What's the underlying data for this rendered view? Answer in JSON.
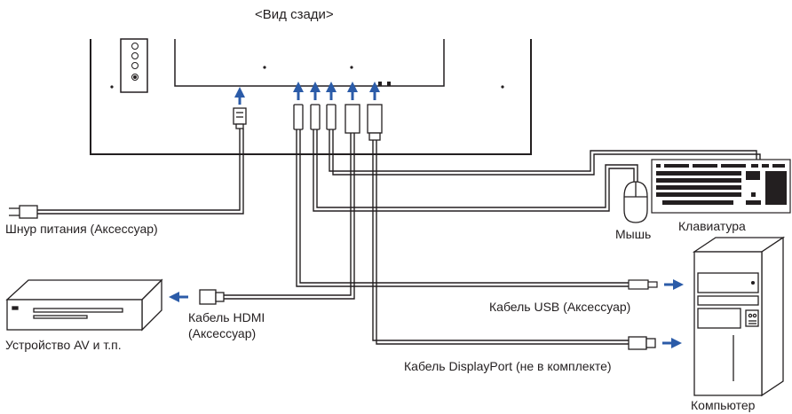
{
  "title": "<Вид сзади>",
  "labels": {
    "power_cord": "Шнур питания (Аксессуар)",
    "av_device": "Устройство AV и т.п.",
    "hdmi_cable_line1": "Кабель HDMI",
    "hdmi_cable_line2": "(Аксессуар)",
    "usb_cable": "Кабель USB (Аксессуар)",
    "displayport_cable": "Кабель DisplayPort (не в комплекте)",
    "mouse": "Мышь",
    "keyboard": "Клавиатура",
    "computer": "Компьютер"
  },
  "colors": {
    "arrow": "#2b5ba8",
    "line": "#231f20",
    "background": "#ffffff"
  }
}
